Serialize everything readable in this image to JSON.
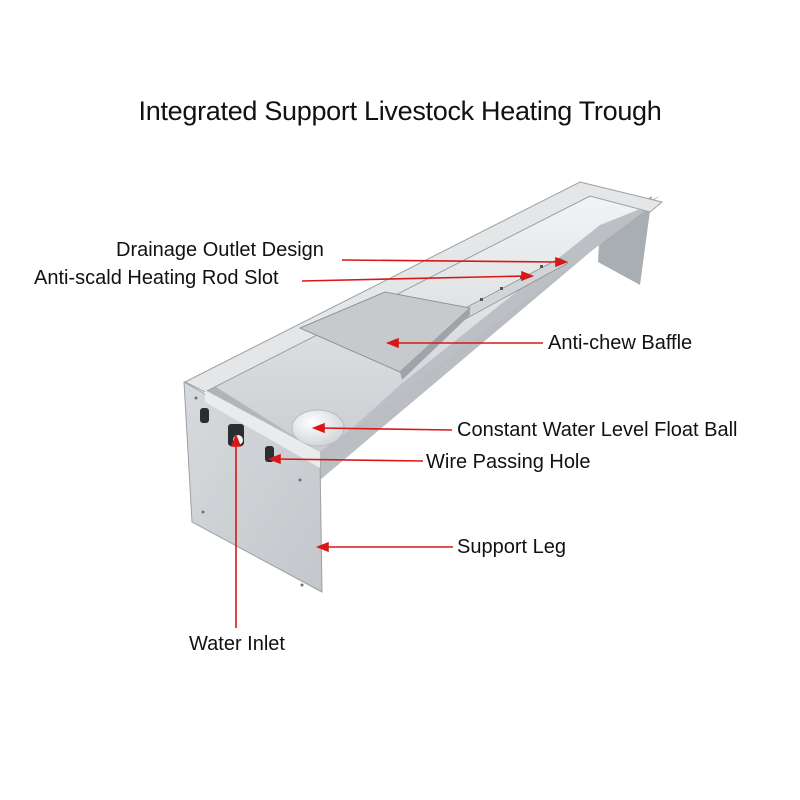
{
  "title": "Integrated Support Livestock Heating Trough",
  "colors": {
    "leader": "#d81818",
    "steel_light": "#eef0f2",
    "steel_mid": "#b9bdc1",
    "steel_dark": "#8b9095"
  },
  "labels": {
    "drainage": "Drainage Outlet Design",
    "heating_slot": "Anti-scald Heating Rod Slot",
    "baffle": "Anti-chew Baffle",
    "float_ball": "Constant Water Level Float Ball",
    "wire_hole": "Wire Passing Hole",
    "support_leg": "Support Leg",
    "water_inlet": "Water Inlet"
  }
}
